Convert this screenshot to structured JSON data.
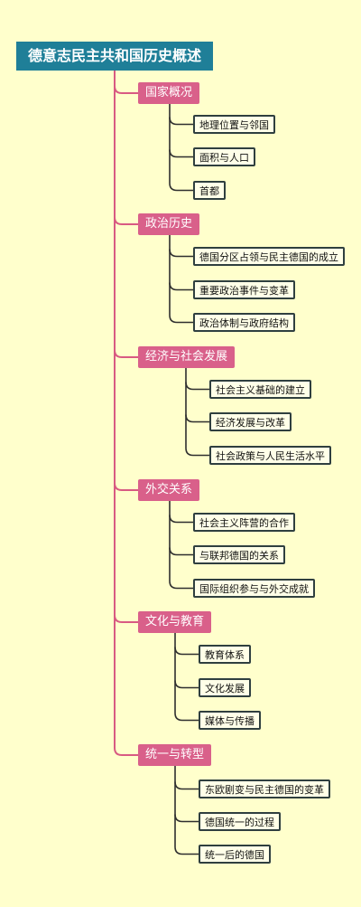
{
  "root": {
    "title": "德意志民主共和国历史概述"
  },
  "branches": [
    {
      "label": "国家概况",
      "children": [
        "地理位置与邻国",
        "面积与人口",
        "首都"
      ]
    },
    {
      "label": "政治历史",
      "children": [
        "德国分区占领与民主德国的成立",
        "重要政治事件与变革",
        "政治体制与政府结构"
      ]
    },
    {
      "label": "经济与社会发展",
      "children": [
        "社会主义基础的建立",
        "经济发展与改革",
        "社会政策与人民生活水平"
      ]
    },
    {
      "label": "外交关系",
      "children": [
        "社会主义阵营的合作",
        "与联邦德国的关系",
        "国际组织参与与外交成就"
      ]
    },
    {
      "label": "文化与教育",
      "children": [
        "教育体系",
        "文化发展",
        "媒体与传播"
      ]
    },
    {
      "label": "统一与转型",
      "children": [
        "东欧剧变与民主德国的变革",
        "德国统一的过程",
        "统一后的德国"
      ]
    }
  ],
  "colors": {
    "background": "#FFFFCC",
    "root_fill": "#1F7F98",
    "branch_fill": "#D9608A",
    "root_connector": "#D85A82",
    "leaf_border": "#2F3F3F"
  }
}
